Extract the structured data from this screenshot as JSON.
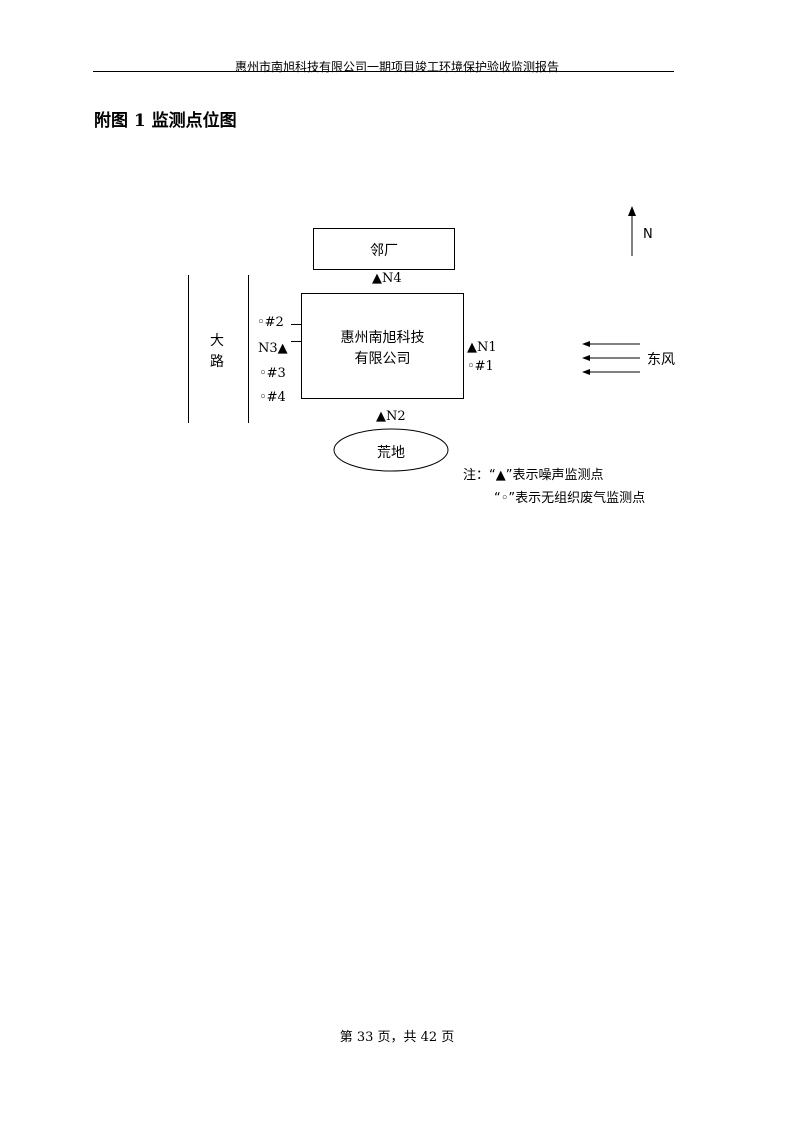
{
  "header": {
    "title": "惠州市南旭科技有限公司一期项目竣工环境保护验收监测报告"
  },
  "figure": {
    "title": "附图 1  监测点位图",
    "north_label": "N",
    "neighbor_factory": "邻厂",
    "company_line1": "惠州南旭科技",
    "company_line2": "有限公司",
    "road_char1": "大",
    "road_char2": "路",
    "wasteland": "荒地",
    "wind_label": "东风",
    "noise_points": [
      "▲N4",
      "▲N1",
      "N3▲",
      "▲N2"
    ],
    "gas_points": [
      "◦#2",
      "◦#1",
      "◦#3",
      "◦#4"
    ],
    "note_line1": "注：“▲”表示噪声监测点",
    "note_line2": "“◦”表示无组织废气监测点"
  },
  "footer": {
    "page": "第 33 页，共 42 页"
  }
}
